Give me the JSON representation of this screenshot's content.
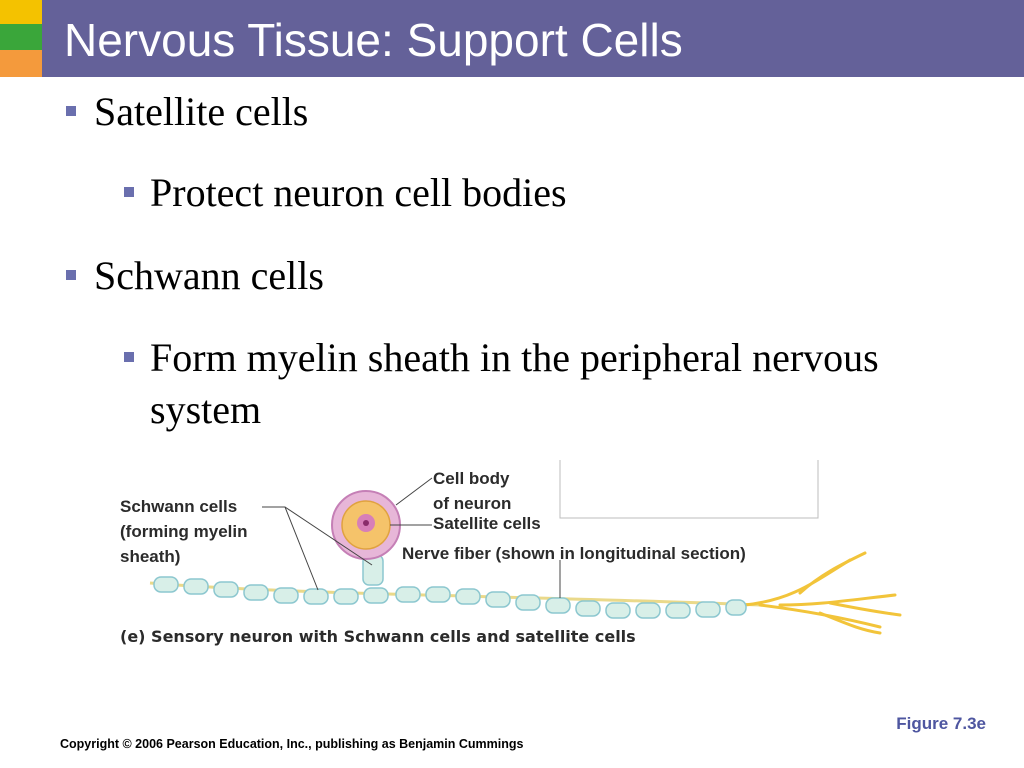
{
  "slide": {
    "title": "Nervous Tissue: Support Cells",
    "bullets": [
      {
        "level": 1,
        "text": "Satellite cells"
      },
      {
        "level": 2,
        "text": "Protect neuron cell bodies"
      },
      {
        "level": 1,
        "text": "Schwann cells"
      },
      {
        "level": 2,
        "text": "Form myelin sheath in the peripheral nervous system"
      }
    ]
  },
  "figure": {
    "labels": {
      "schwann_cells": "Schwann cells",
      "forming_myelin": "(forming myelin",
      "sheath": "sheath)",
      "cell_body_1": "Cell body",
      "cell_body_2": "of neuron",
      "satellite_cells": "Satellite cells",
      "nerve_fiber": "Nerve fiber (shown in longitudinal section)"
    },
    "caption": "(e) Sensory neuron with Schwann cells and satellite cells",
    "reference": "Figure 7.3e"
  },
  "footer": {
    "copyright": "Copyright © 2006 Pearson Education, Inc., publishing as Benjamin Cummings"
  },
  "colors": {
    "title_bar": "#646199",
    "bullet_mark": "#6a6fae",
    "myelin": "#d8efe8",
    "axon_terminals": "#f2c43a",
    "cell_body": "#e7b6d8"
  }
}
